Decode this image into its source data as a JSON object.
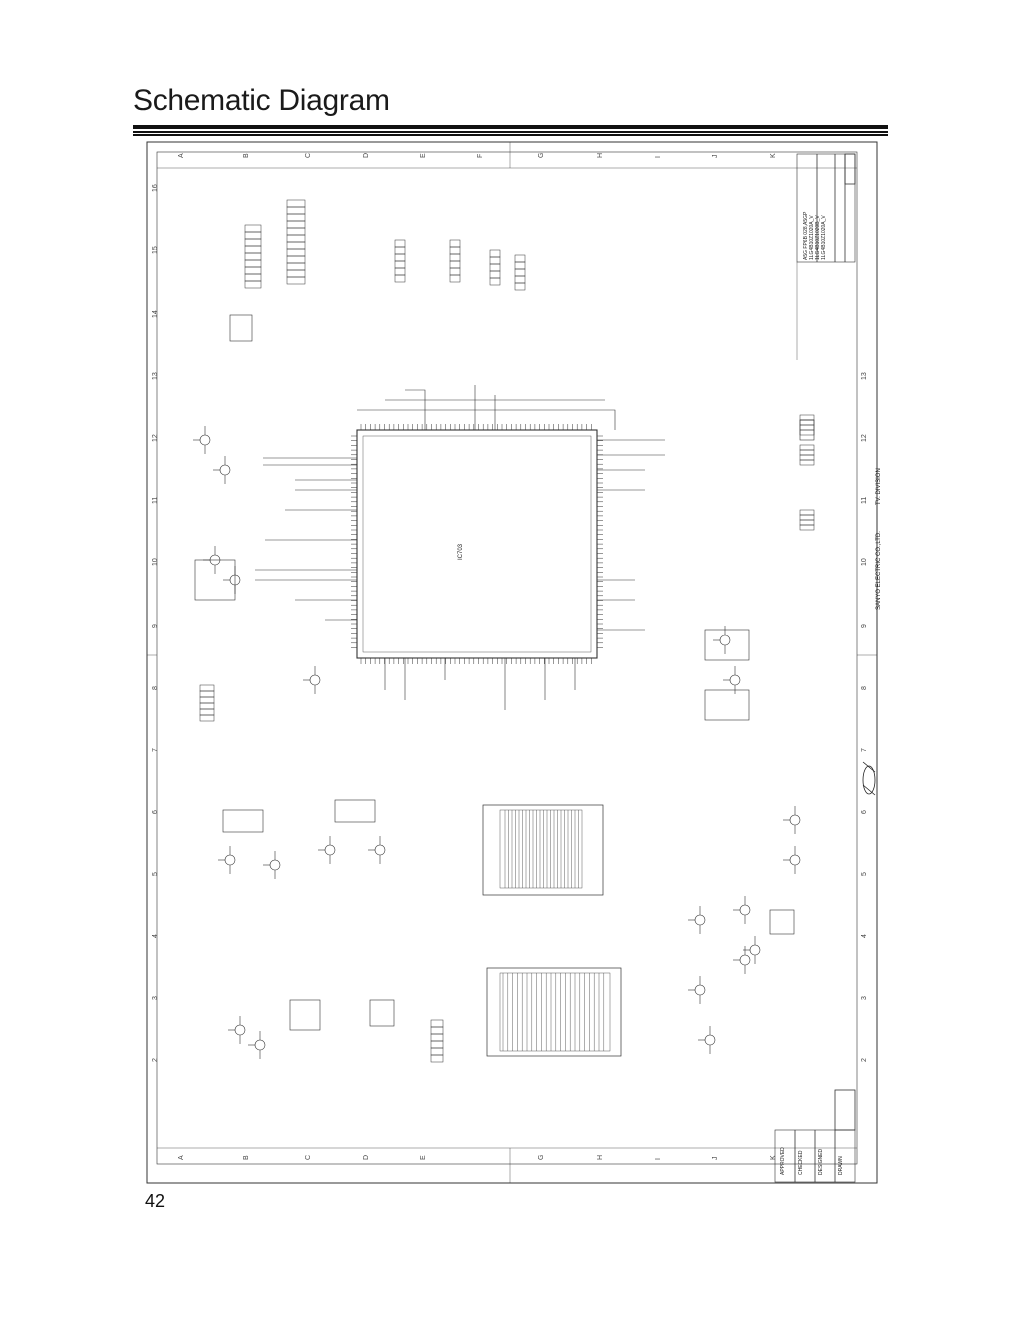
{
  "page": {
    "title": "Schematic Diagram",
    "page_number": "42"
  },
  "sheet": {
    "company": "SANYO ELECTRIC CO.,LTD.",
    "division": "TV. DIVISION",
    "main_ic": "IC703",
    "model_lines": [
      "A5G FP6B 028,A5GP",
      "1LG4B10Z1020A_V",
      "1LG4B10Z1020B_V",
      "1LG4B10Z1020A_V"
    ],
    "columns_top": [
      "A",
      "B",
      "C",
      "D",
      "E",
      "F",
      "G",
      "H",
      "I",
      "J",
      "K"
    ],
    "rows": [
      "16",
      "15",
      "14",
      "13",
      "12",
      "11",
      "10",
      "9",
      "8",
      "7",
      "6",
      "5",
      "4",
      "3",
      "2"
    ],
    "title_block": [
      "APPROVED",
      "CHECKED",
      "DESIGNED",
      "DRAWN"
    ]
  },
  "colors": {
    "ink": "#111111",
    "line": "#333333",
    "background": "#ffffff"
  }
}
